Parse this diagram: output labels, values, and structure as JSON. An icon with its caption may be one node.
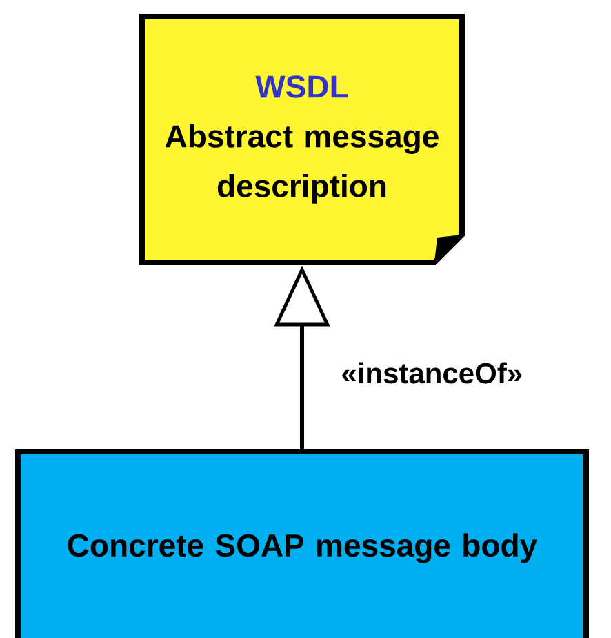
{
  "diagram": {
    "nodes": [
      {
        "text": [
          "WSDL",
          "Abstract message description"
        ]
      },
      {
        "text": [
          "Concrete SOAP message body"
        ]
      }
    ],
    "edges": [
      {
        "from": 1,
        "to": 0,
        "arrow": "to",
        "label": "«instanceOf»"
      }
    ]
  }
}
